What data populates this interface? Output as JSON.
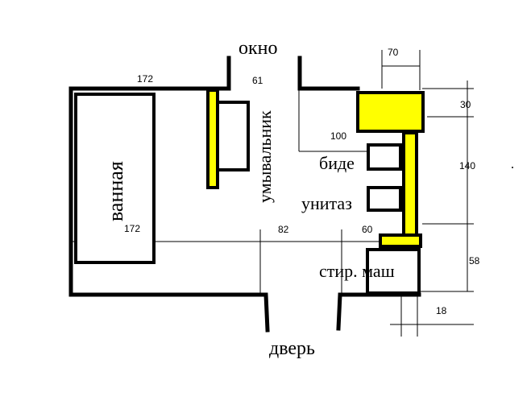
{
  "labels": {
    "window": "окно",
    "door": "дверь",
    "bathtub": "ванная",
    "sink": "умывальник",
    "bidet": "биде",
    "toilet": "унитаз",
    "washer": "стир. маш"
  },
  "dimensions": {
    "top_left": "172",
    "bathtub_bottom": "172",
    "sink_width": "61",
    "window_right_box": "70",
    "box_height": "30",
    "bidet_offset": "100",
    "right_span": "140",
    "mid_span": "82",
    "right_gap": "60",
    "washer_height": "58",
    "washer_width": "18"
  },
  "colors": {
    "fixture_yellow": "#ffff00",
    "wall": "#000000"
  }
}
